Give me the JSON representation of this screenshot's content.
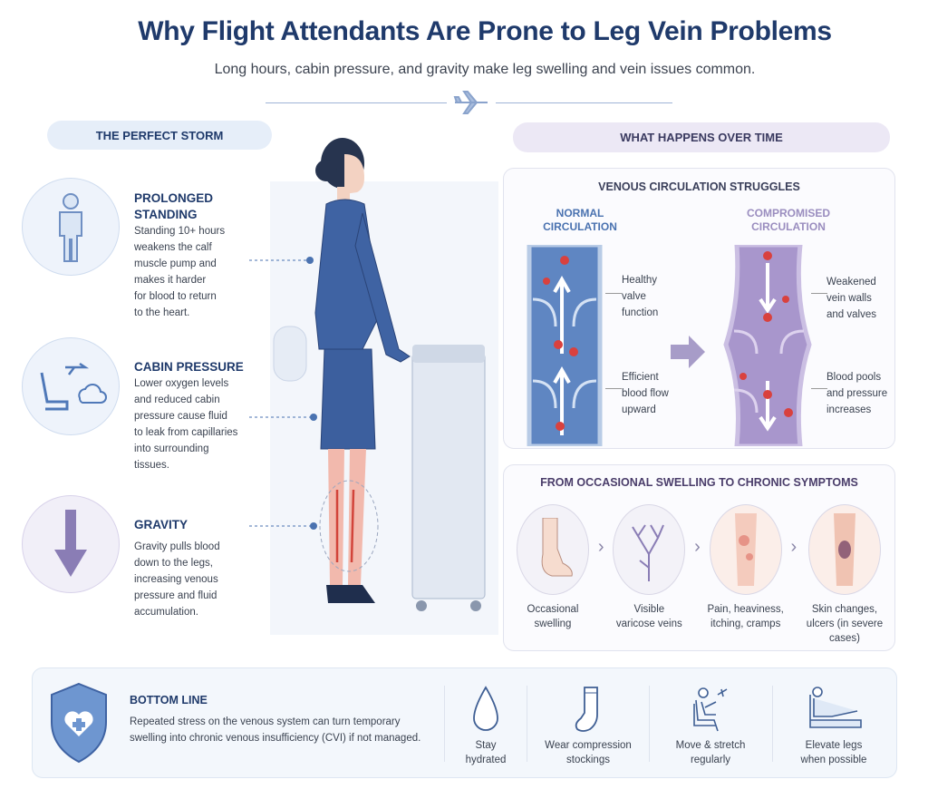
{
  "header": {
    "title": "Why Flight Attendants Are Prone to Leg Vein Problems",
    "subtitle": "Long hours, cabin pressure, and gravity make leg swelling and vein issues common."
  },
  "left": {
    "heading": "THE PERFECT STORM",
    "items": [
      {
        "icon": "standing-person-icon",
        "title_1": "PROLONGED",
        "title_2": "STANDING",
        "lines": [
          "Standing 10+ hours",
          "weakens the calf",
          "muscle pump and",
          "makes it harder",
          "for blood to return",
          "to the heart."
        ]
      },
      {
        "icon": "airplane-seat-cloud-icon",
        "title_1": "CABIN PRESSURE",
        "lines": [
          "Lower oxygen levels",
          "and reduced cabin",
          "pressure cause fluid",
          "to leak from capillaries",
          "into surrounding",
          "tissues."
        ]
      },
      {
        "icon": "down-arrow-icon",
        "title_1": "GRAVITY",
        "lines": [
          "Gravity pulls blood",
          "down to the legs,",
          "increasing venous",
          "pressure and fluid",
          "accumulation."
        ]
      }
    ]
  },
  "right": {
    "heading": "WHAT HAPPENS OVER TIME",
    "venous": {
      "title": "VENOUS CIRCULATION STRUGGLES",
      "normal": {
        "label_1": "NORMAL",
        "label_2": "CIRCULATION",
        "note1": [
          "Healthy",
          "valve",
          "function"
        ],
        "note2": [
          "Efficient",
          "blood flow",
          "upward"
        ]
      },
      "compromised": {
        "label_1": "COMPROMISED",
        "label_2": "CIRCULATION",
        "note1": [
          "Weakened",
          "vein walls",
          "and valves"
        ],
        "note2": [
          "Blood pools",
          "and pressure",
          "increases"
        ]
      }
    },
    "symptoms": {
      "title": "FROM OCCASIONAL SWELLING TO CHRONIC SYMPTOMS",
      "stages": [
        {
          "lines": [
            "Occasional",
            "swelling"
          ]
        },
        {
          "lines": [
            "Visible",
            "varicose veins"
          ]
        },
        {
          "lines": [
            "Pain, heaviness,",
            "itching, cramps"
          ]
        },
        {
          "lines": [
            "Skin changes,",
            "ulcers (in severe",
            "cases)"
          ]
        }
      ]
    }
  },
  "bottom": {
    "title": "BOTTOM LINE",
    "lines": [
      "Repeated stress on the venous system can turn temporary",
      "swelling into chronic venous insufficiency (CVI) if not managed."
    ],
    "tips": [
      {
        "icon": "water-drop-icon",
        "lines": [
          "Stay",
          "hydrated"
        ]
      },
      {
        "icon": "sock-icon",
        "lines": [
          "Wear compression",
          "stockings"
        ]
      },
      {
        "icon": "seated-stretch-icon",
        "lines": [
          "Move & stretch",
          "regularly"
        ]
      },
      {
        "icon": "elevate-legs-icon",
        "lines": [
          "Elevate legs",
          "when possible"
        ]
      }
    ]
  },
  "colors": {
    "navy": "#1f3a6b",
    "blue": "#4a72b0",
    "purple": "#8a7db5"
  }
}
